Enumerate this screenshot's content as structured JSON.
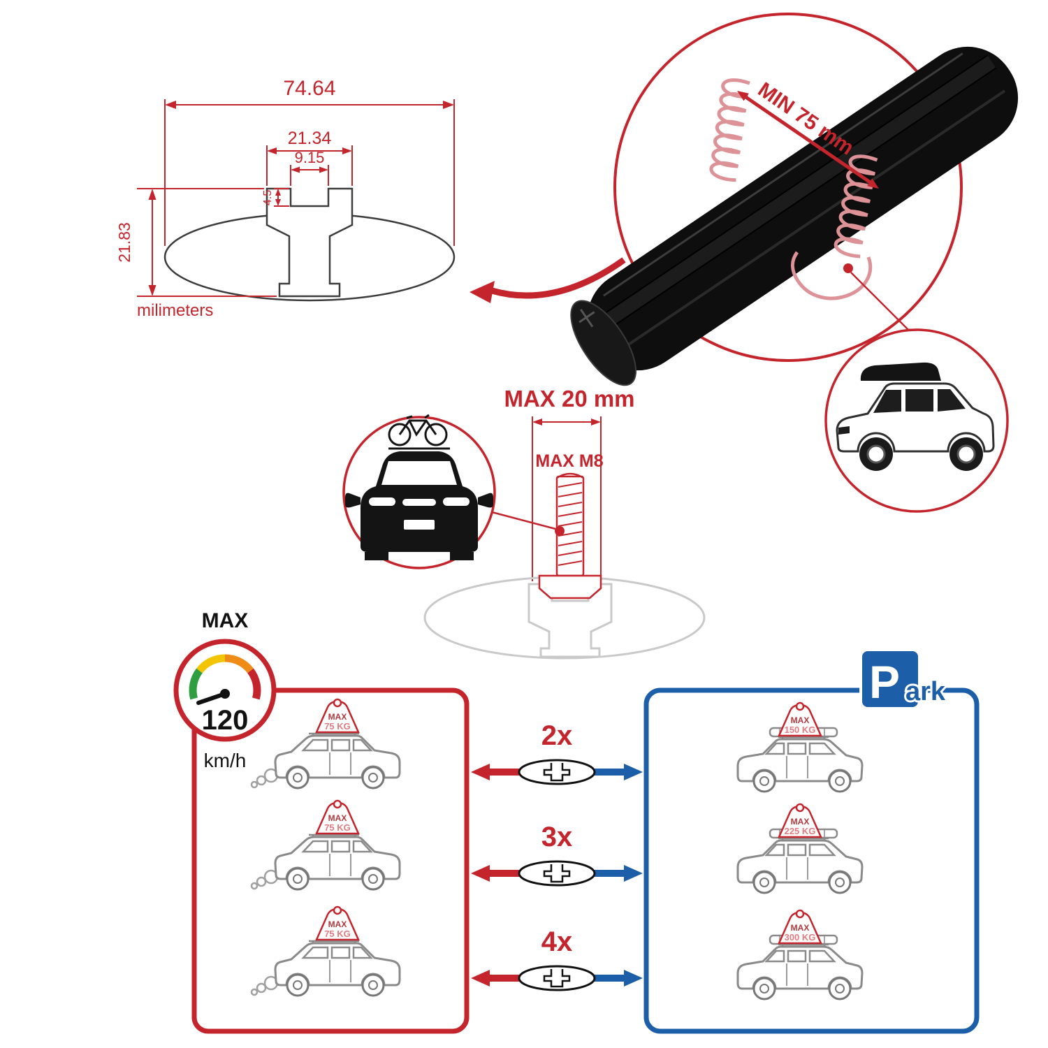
{
  "colors": {
    "accent_red": "#c4242b",
    "accent_blue": "#1c5fa8",
    "faded_red": "#dc9296",
    "outline_gray": "#8a8a8a",
    "bar_black": "#0e0e0e"
  },
  "profile": {
    "total_width": "74.64",
    "flange_width": "21.34",
    "slot_width": "9.15",
    "lip_depth": "4.5",
    "total_height": "21.83",
    "unit": "milimeters"
  },
  "crossbar": {
    "min_span": "MIN 75 mm"
  },
  "bolt": {
    "max_width": "MAX 20 mm",
    "max_thread": "MAX M8"
  },
  "speed": {
    "label": "MAX",
    "value": "120",
    "unit": "km/h"
  },
  "park": {
    "letter": "P",
    "rest": "ark"
  },
  "driving": {
    "cars": [
      {
        "max": "MAX",
        "weight": "75 KG"
      },
      {
        "max": "MAX",
        "weight": "75 KG"
      },
      {
        "max": "MAX",
        "weight": "75 KG"
      }
    ]
  },
  "parked": {
    "cars": [
      {
        "max": "MAX",
        "weight": "150 KG"
      },
      {
        "max": "MAX",
        "weight": "225 KG"
      },
      {
        "max": "MAX",
        "weight": "300 KG"
      }
    ]
  },
  "counts": [
    {
      "label": "2x"
    },
    {
      "label": "3x"
    },
    {
      "label": "4x"
    }
  ]
}
